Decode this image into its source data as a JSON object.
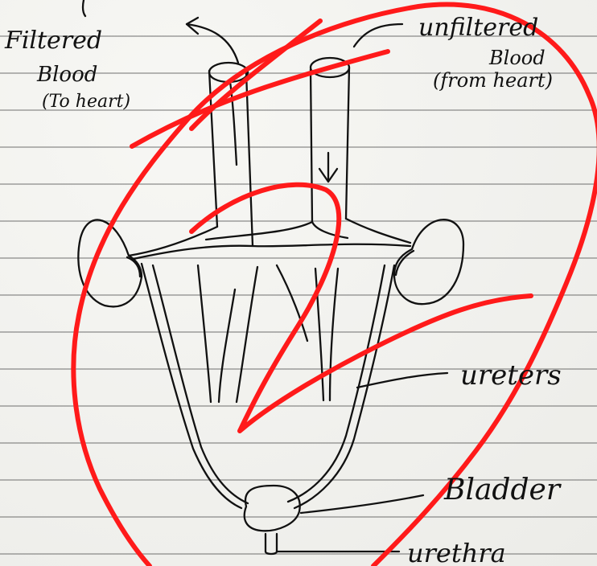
{
  "labels": {
    "filtered_blood_title": "Filtered",
    "filtered_blood_sub": "Blood",
    "filtered_blood_note": "(To heart)",
    "unfiltered_blood_title": "unfiltered",
    "unfiltered_blood_sub": "Blood",
    "unfiltered_blood_note": "(from heart)",
    "ureters": "ureters",
    "bladder": "Bladder",
    "urethra": "urethra"
  },
  "colors": {
    "paper": "#f2f2ef",
    "ruled_line": "#555555",
    "ink": "#111111",
    "annotation_red": "#ff1a1a"
  }
}
